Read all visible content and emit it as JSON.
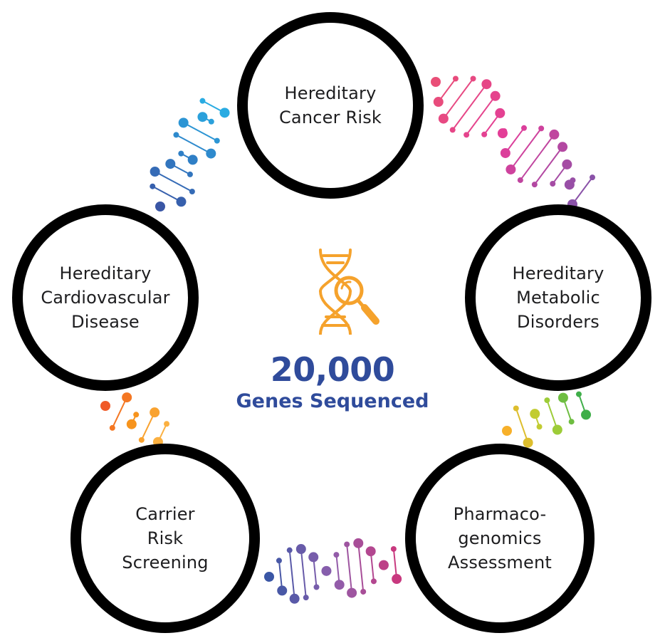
{
  "center": {
    "number": "20,000",
    "caption": "Genes Sequenced",
    "icon": "dna-magnifier-icon",
    "icon_color": "#f5a22c",
    "text_color": "#2f4b9b"
  },
  "categories": [
    {
      "id": "cancer",
      "lines": [
        "Hereditary",
        "Cancer Risk"
      ],
      "color": "#f5a022"
    },
    {
      "id": "metabolic",
      "lines": [
        "Hereditary",
        "Metabolic",
        "Disorders"
      ],
      "color": "#1b4fa0"
    },
    {
      "id": "pharmaco",
      "lines": [
        "Pharmaco-",
        "genomics",
        "Assessment"
      ],
      "color": "#e2463f"
    },
    {
      "id": "carrier",
      "lines": [
        "Carrier",
        "Risk",
        "Screening"
      ],
      "color": "#129a6b"
    },
    {
      "id": "cardio",
      "lines": [
        "Hereditary",
        "Cardiovascular",
        "Disease"
      ],
      "color": "#636466"
    }
  ],
  "dna_strands": [
    {
      "id": "top-left",
      "colors": [
        "#3a56a5",
        "#2f7fc6",
        "#29abe2"
      ]
    },
    {
      "id": "top-right",
      "colors": [
        "#e94e77",
        "#e23d9a",
        "#8a52a8"
      ]
    },
    {
      "id": "right",
      "colors": [
        "#f7b02a",
        "#b5d334",
        "#3fae49"
      ]
    },
    {
      "id": "bottom",
      "colors": [
        "#3a56a5",
        "#8e5fad",
        "#c8397f"
      ]
    },
    {
      "id": "left",
      "colors": [
        "#f05a28",
        "#f7941d",
        "#fbb040"
      ]
    }
  ]
}
